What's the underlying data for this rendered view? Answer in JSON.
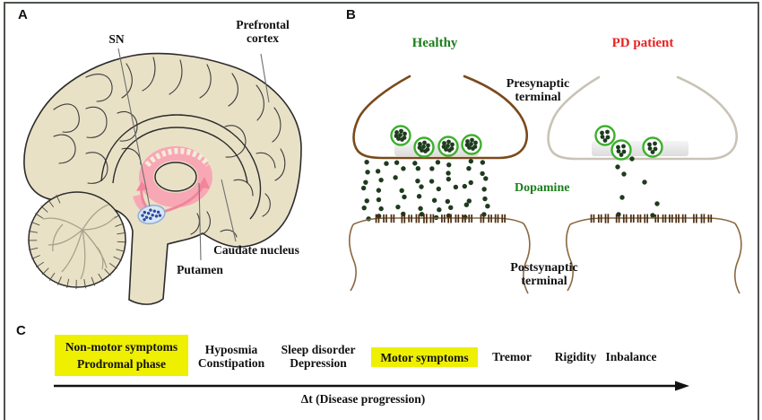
{
  "panels": {
    "a": "A",
    "b": "B",
    "c": "C"
  },
  "panel_a": {
    "sn_label": "SN",
    "prefrontal_label_line1": "Prefrontal",
    "prefrontal_label_line2": "cortex",
    "caudate_label": "Caudate nucleus",
    "putamen_label": "Putamen"
  },
  "panel_b": {
    "healthy_title": "Healthy",
    "pd_title": "PD patient",
    "presynaptic_label_line1": "Presynaptic",
    "presynaptic_label_line2": "terminal",
    "dopamine_label": "Dopamine",
    "postsynaptic_label_line1": "Postsynaptic",
    "postsynaptic_label_line2": "terminal",
    "healthy_vesicle_count": 4,
    "pd_vesicle_count": 3,
    "healthy_dopamine_molecule_count": 56,
    "pd_dopamine_molecule_count": 8
  },
  "panel_c": {
    "highlight1_line1": "Non-motor symptoms",
    "highlight1_line2": "Prodromal phase",
    "nonmotor_item1_line1": "Hyposmia",
    "nonmotor_item1_line2": "Constipation",
    "nonmotor_item2_line1": "Sleep disorder",
    "nonmotor_item2_line2": "Depression",
    "highlight2": "Motor symptoms",
    "motor_item1": "Tremor",
    "motor_item2": "Rigidity",
    "motor_item3": "Inbalance",
    "timeline_label": "Δt (Disease progression)"
  },
  "colors": {
    "healthy_green": "#1b7e1b",
    "pd_red": "#e62222",
    "highlight_yellow": "#eff000",
    "brain_beige": "#e9e1c6",
    "basal_ganglia_pink": "#f8a8b4",
    "pink_arrow": "#f2849b",
    "sn_fill_blue": "#d9e6f5",
    "sn_dot_blue": "#2b4a9b",
    "dopamine_dot": "#1e3b1e",
    "vesicle_ring_green": "#3caf2b",
    "receptor_brown": "#4a2c12",
    "healthy_membrane_brown": "#7a4a1c",
    "pd_membrane_gray": "#c9c3b6",
    "postsynaptic_brown": "#8a6840"
  }
}
